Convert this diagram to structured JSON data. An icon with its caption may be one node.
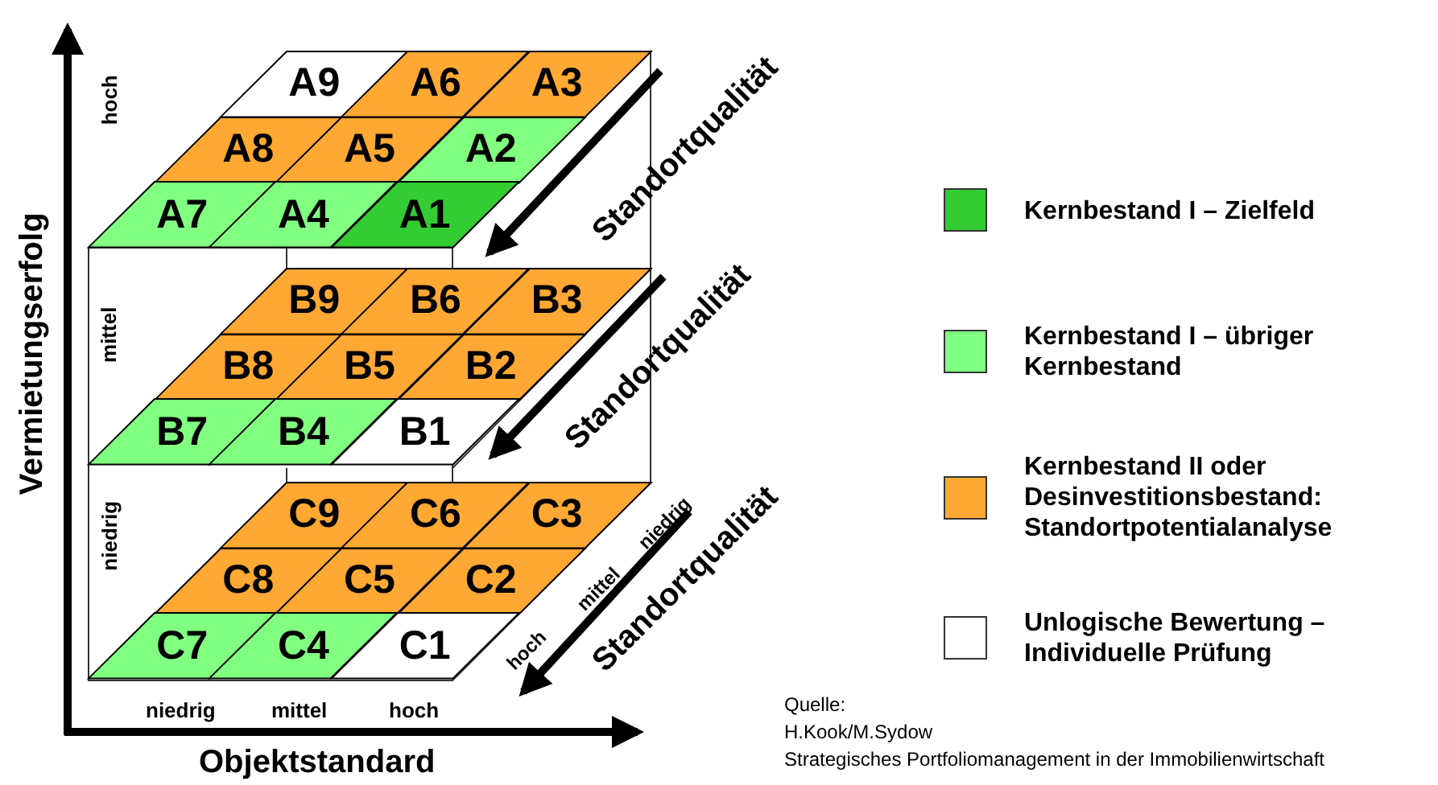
{
  "diagram": {
    "nodes": [
      {
        "text": [
          "A9"
        ]
      },
      {
        "text": [
          "A6"
        ]
      },
      {
        "text": [
          "A3"
        ]
      },
      {
        "text": [
          "A8"
        ]
      },
      {
        "text": [
          "A5"
        ]
      },
      {
        "text": [
          "A2"
        ]
      },
      {
        "text": [
          "A7"
        ]
      },
      {
        "text": [
          "A4"
        ]
      },
      {
        "text": [
          "A1"
        ]
      },
      {
        "text": [
          "B9"
        ]
      },
      {
        "text": [
          "B6"
        ]
      },
      {
        "text": [
          "B3"
        ]
      },
      {
        "text": [
          "B8"
        ]
      },
      {
        "text": [
          "B5"
        ]
      },
      {
        "text": [
          "B2"
        ]
      },
      {
        "text": [
          "B7"
        ]
      },
      {
        "text": [
          "B4"
        ]
      },
      {
        "text": [
          "B1"
        ]
      },
      {
        "text": [
          "C9"
        ]
      },
      {
        "text": [
          "C6"
        ]
      },
      {
        "text": [
          "C3"
        ]
      },
      {
        "text": [
          "C8"
        ]
      },
      {
        "text": [
          "C5"
        ]
      },
      {
        "text": [
          "C2"
        ]
      },
      {
        "text": [
          "C7"
        ]
      },
      {
        "text": [
          "C4"
        ]
      },
      {
        "text": [
          "C1"
        ]
      }
    ],
    "edges": [],
    "labels": [
      "Vermietungserfolg",
      "hoch",
      "mittel",
      "niedrig",
      "Standortqualität",
      "Standortqualität",
      "niedrig",
      "mittel",
      "hoch",
      "Standortqualität",
      "niedrig",
      "mittel",
      "hoch",
      "Objektstandard",
      "Quelle:",
      "H.Kook/M.Sydow",
      "Strategisches Portfoliomanagement in der Immobilienwirtschaft"
    ],
    "legend": [
      {
        "text": "Kernbestand I – Zielfeld",
        "color": "#33cc33"
      },
      {
        "text": "Kernbestand I – übriger Kernbestand",
        "color": "#80ff80"
      },
      {
        "text": "Kernbestand II oder Desinvestitionsbestand: Standortpotentialanalyse",
        "color": "#ffa833"
      },
      {
        "text": "Unlogische Bewertung – Individuelle Prüfung",
        "color": "#ffffff"
      }
    ]
  }
}
